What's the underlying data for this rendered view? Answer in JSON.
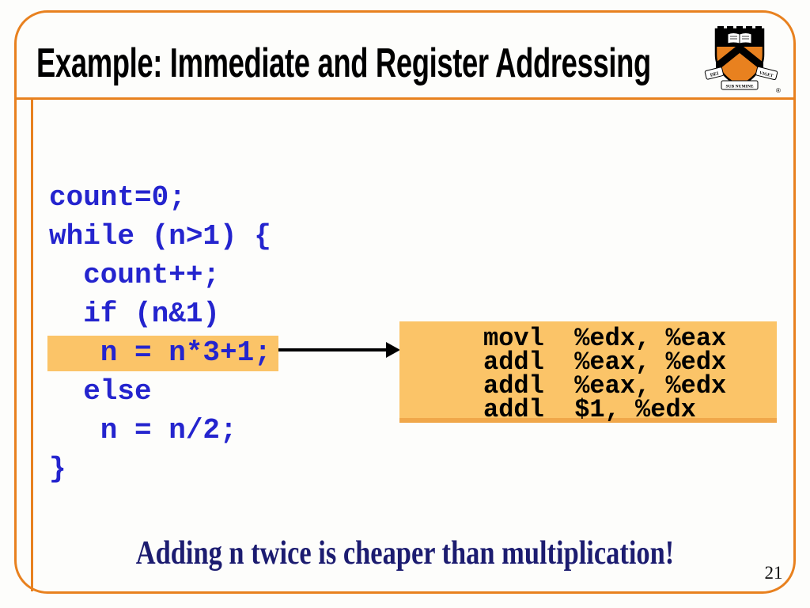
{
  "title": "Example: Immediate and Register Addressing",
  "page_number": "21",
  "footer": {
    "message": "Adding n twice is cheaper than multiplication!"
  },
  "code": {
    "lines": [
      "count=0;",
      "while (n>1) {",
      "  count++;",
      "  if (n&1)",
      "   n = n*3+1;",
      "  else",
      "   n = n/2;",
      "}"
    ],
    "highlighted_line": "   n = n*3+1;"
  },
  "assembly": {
    "lines": [
      "movl  %edx, %eax",
      "addl  %eax, %edx",
      "addl  %eax, %edx",
      "addl  $1, %edx"
    ]
  },
  "logo": {
    "institution": "Princeton University shield",
    "motto_left": "DEI",
    "motto_center": "SUB NUMINE",
    "motto_right": "VIGET",
    "registered": "®"
  },
  "colors": {
    "accent_orange": "#e8811f",
    "highlight_fill": "#fbc468",
    "code_blue": "#2424ce",
    "footer_navy": "#1c1c70",
    "title_black": "#000000"
  }
}
